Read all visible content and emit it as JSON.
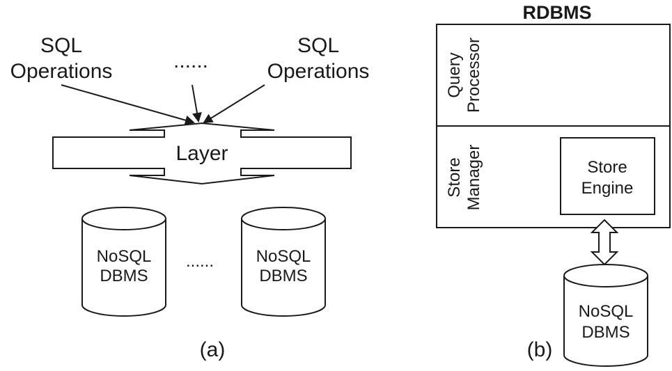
{
  "panel_a": {
    "sql_left_line1": "SQL",
    "sql_left_line2": "Operations",
    "sql_right_line1": "SQL",
    "sql_right_line2": "Operations",
    "ellipsis_top": "......",
    "layer_label": "Layer",
    "db_left_line1": "NoSQL",
    "db_left_line2": "DBMS",
    "ellipsis_mid": "......",
    "db_right_line1": "NoSQL",
    "db_right_line2": "DBMS",
    "caption": "(a)"
  },
  "panel_b": {
    "title": "RDBMS",
    "query_line1": "Query",
    "query_line2": "Processor",
    "store_line1": "Store",
    "store_line2": "Manager",
    "engine_line1": "Store",
    "engine_line2": "Engine",
    "db_line1": "NoSQL",
    "db_line2": "DBMS",
    "caption": "(b)"
  }
}
